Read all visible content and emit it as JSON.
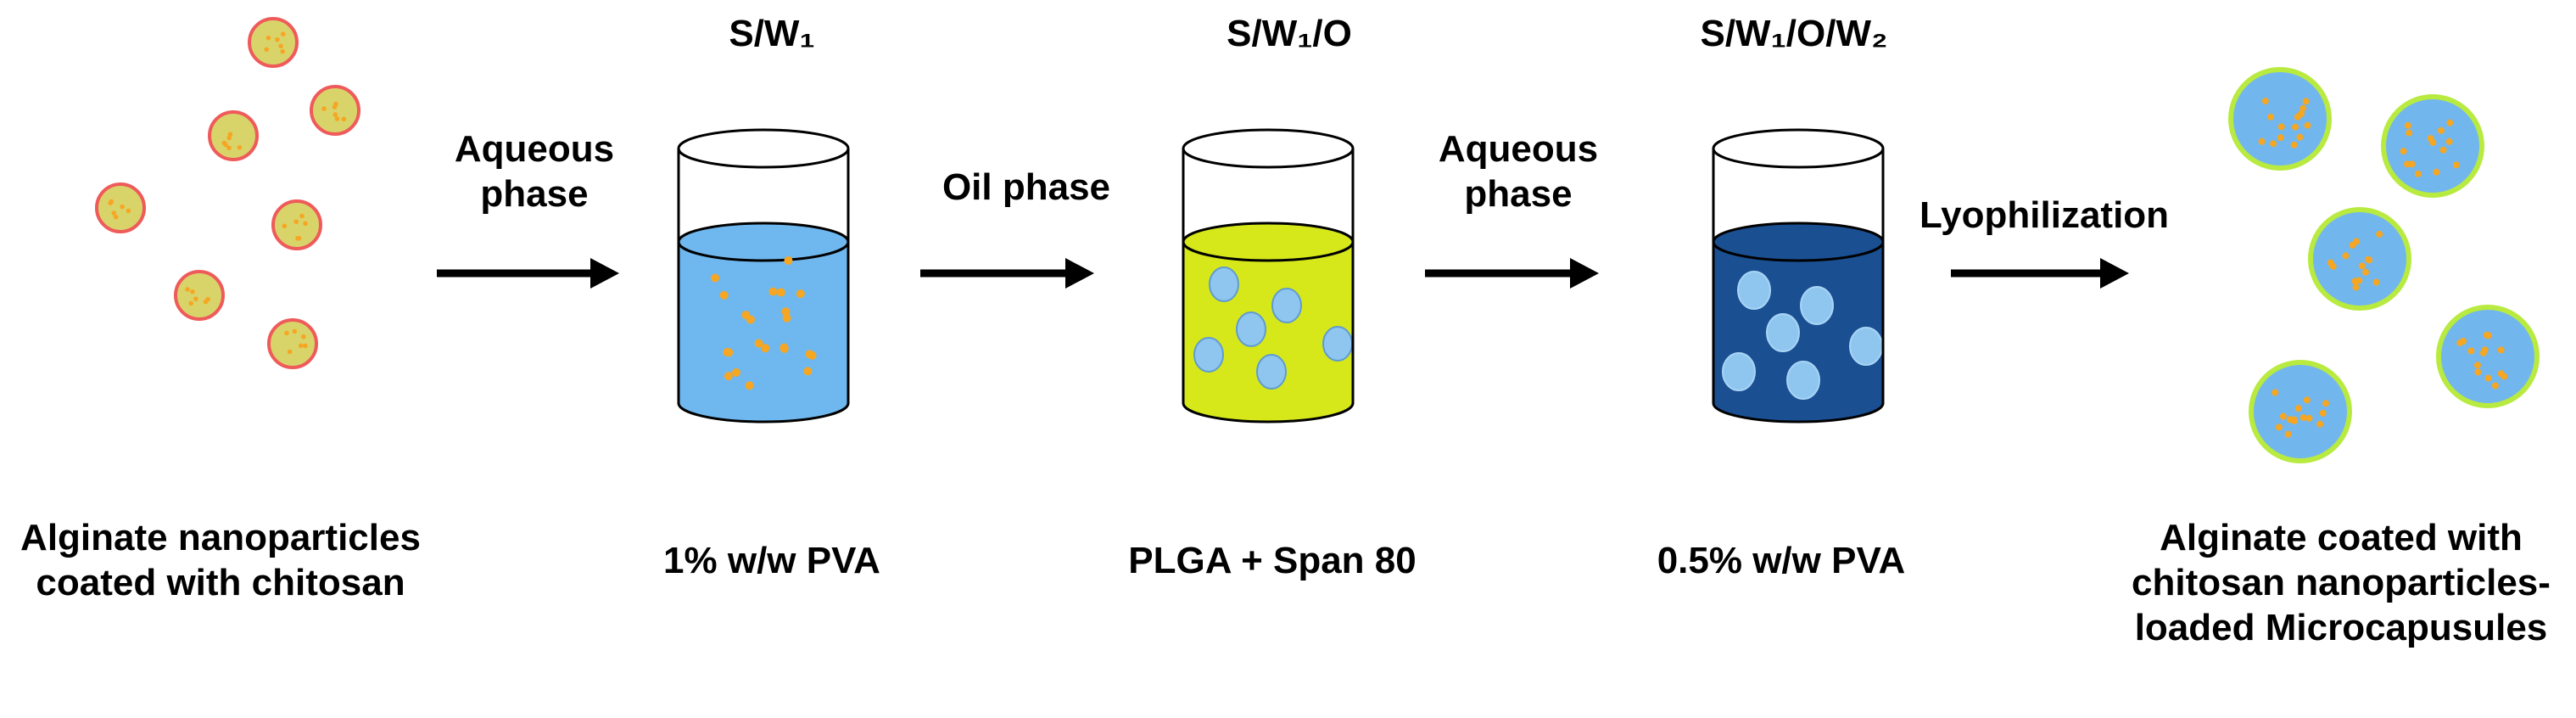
{
  "phases": {
    "step1": "S/W₁",
    "step2": "S/W₁/O",
    "step3": "S/W₁/O/W₂"
  },
  "arrows": {
    "a1": [
      "Aqueous",
      "phase"
    ],
    "a2": [
      "Oil phase"
    ],
    "a3": [
      "Aqueous",
      "phase"
    ],
    "a4": [
      "Lyophilization"
    ]
  },
  "descriptions": {
    "start": [
      "Alginate nanoparticles",
      "coated with chitosan"
    ],
    "step1": "1% w/w PVA",
    "step2": "PLGA + Span 80",
    "step3": "0.5% w/w PVA",
    "end": [
      "Alginate coated with",
      "chitosan nanoparticles-",
      "loaded Microcapusules"
    ]
  },
  "colors": {
    "nanoparticle_fill": "#d9d46a",
    "nanoparticle_border": "#ef5a5a",
    "nanoparticle_dots": "#f5a623",
    "aqueous_phase": "#6fb8ef",
    "oil_phase": "#d6e81a",
    "outer_aqueous": "#1a4f92",
    "droplet": "#8fc6ef",
    "microcapsule_fill": "#72b6ee",
    "microcapsule_border": "#b8ea40"
  }
}
